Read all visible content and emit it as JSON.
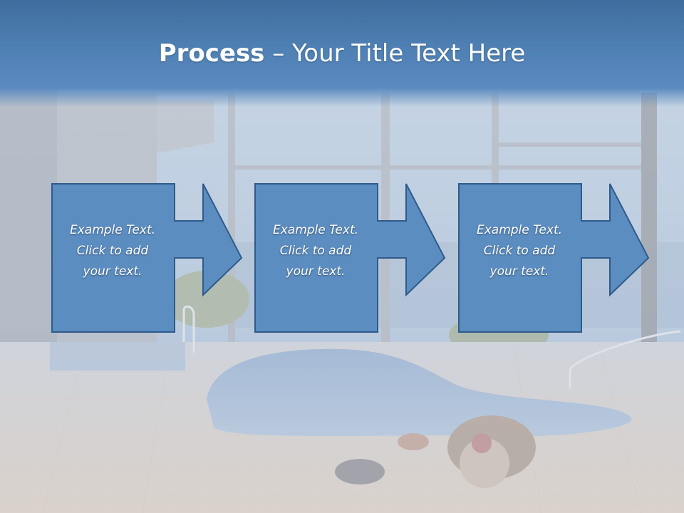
{
  "title": {
    "bold": "Process",
    "rest": " – Your Title Text Here"
  },
  "steps": [
    {
      "text": "Example Text.\nClick  to add\nyour text."
    },
    {
      "text": "Example Text.\nClick  to add\nyour text."
    },
    {
      "text": "Example Text.\nClick  to add\nyour text."
    }
  ],
  "colors": {
    "title_band": "#4f80b4",
    "box_fill": "#5b8dc1",
    "box_border": "#2f5b8a",
    "text": "#ffffff"
  }
}
